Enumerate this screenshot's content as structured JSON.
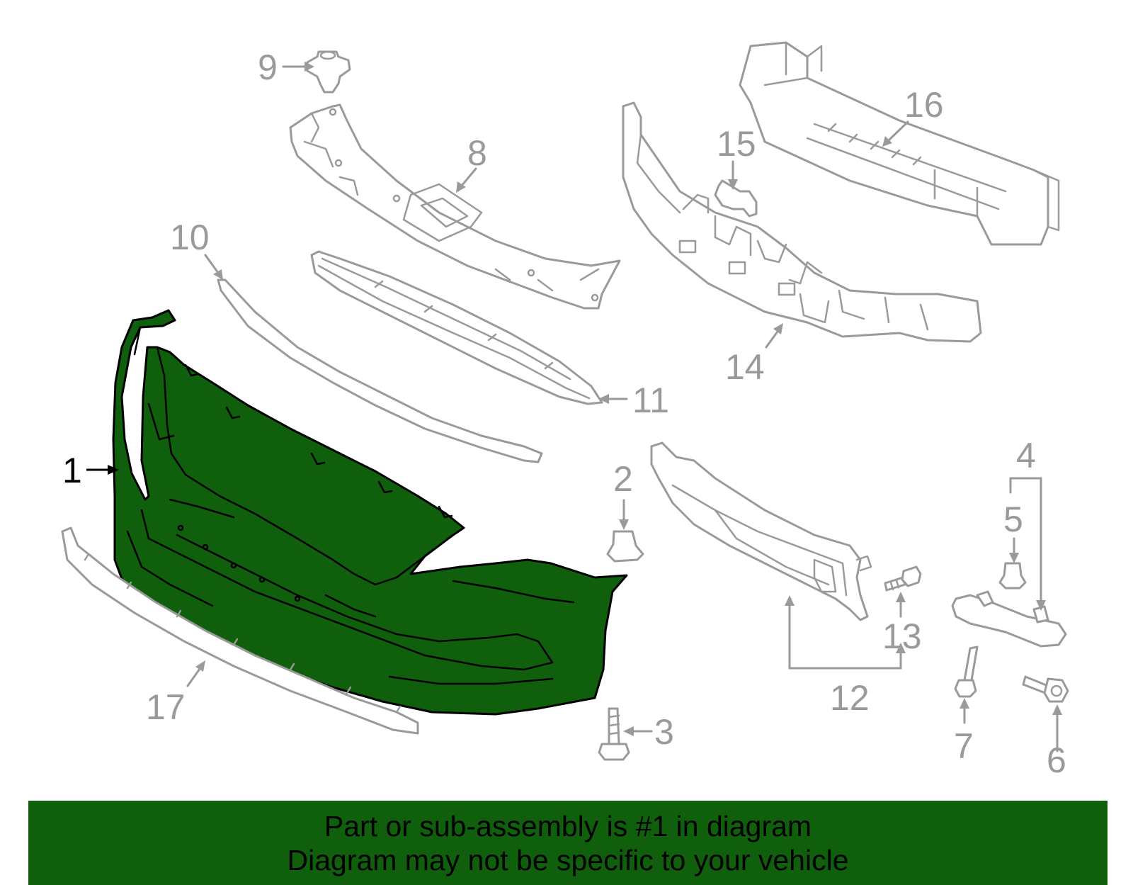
{
  "callouts": {
    "c1": "1",
    "c2": "2",
    "c3": "3",
    "c4": "4",
    "c5": "5",
    "c6": "6",
    "c7": "7",
    "c8": "8",
    "c9": "9",
    "c10": "10",
    "c11": "11",
    "c12": "12",
    "c13": "13",
    "c14": "14",
    "c15": "15",
    "c16": "16",
    "c17": "17"
  },
  "highlighted_part": "1",
  "colors": {
    "highlight": "#0f5f0c",
    "line": "#9a9a9a",
    "outline": "#000000"
  },
  "banner": {
    "line1": "Part or sub-assembly is #1 in diagram",
    "line2": "Diagram may not be specific to your vehicle"
  }
}
